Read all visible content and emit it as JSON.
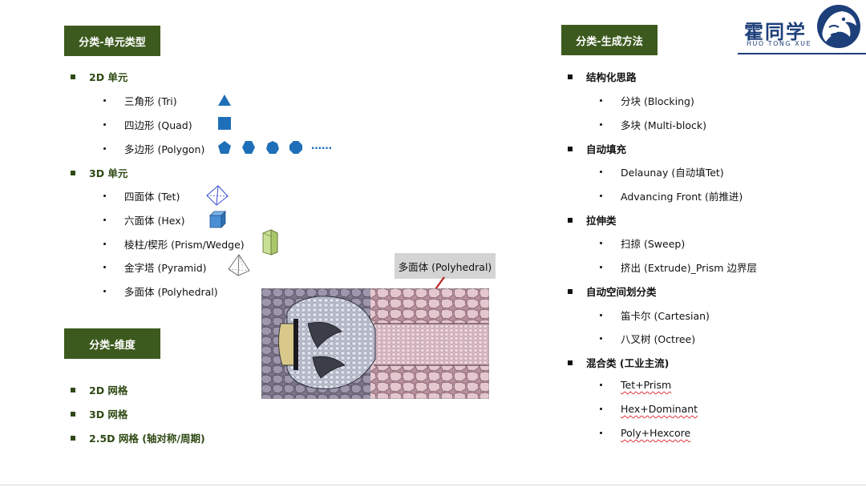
{
  "logo": {
    "cn": "霍同学",
    "en": "HUO TONG XUE",
    "color": "#1d3f7a"
  },
  "colors": {
    "tag_bg": "#3d5a1e",
    "shape_blue": "#1f6fb8"
  },
  "left": {
    "tag1": "分类-单元类型",
    "h2d": "2D 单元",
    "items2d": [
      "三角形 (Tri)",
      "四边形 (Quad)",
      "多边形 (Polygon)"
    ],
    "ellipsis": "……",
    "h3d": "3D 单元",
    "items3d": [
      "四面体 (Tet)",
      "六面体 (Hex)",
      "棱柱/楔形 (Prism/Wedge)",
      "金字塔 (Pyramid)",
      "多面体 (Polyhedral)"
    ],
    "tag2": "分类-维度",
    "dims": [
      "2D 网格",
      "3D 网格",
      "2.5D 网格 (轴对称/周期)"
    ]
  },
  "figure": {
    "caption": "多面体 (Polyhedral)"
  },
  "right": {
    "tag": "分类-生成方法",
    "groups": [
      {
        "title": "结构化思路",
        "items": [
          "分块 (Blocking)",
          "多块 (Multi-block)"
        ]
      },
      {
        "title": "自动填充",
        "items": [
          "Delaunay (自动填Tet)",
          "Advancing Front (前推进)"
        ]
      },
      {
        "title": "拉伸类",
        "items": [
          "扫掠 (Sweep)",
          "挤出 (Extrude)_Prism 边界层"
        ]
      },
      {
        "title": "自动空间划分类",
        "items": [
          "笛卡尔 (Cartesian)",
          "八叉树 (Octree)"
        ]
      },
      {
        "title": "混合类 (工业主流)",
        "items": [
          "Tet+Prism",
          "Hex+Dominant",
          "Poly+Hexcore"
        ]
      }
    ]
  }
}
